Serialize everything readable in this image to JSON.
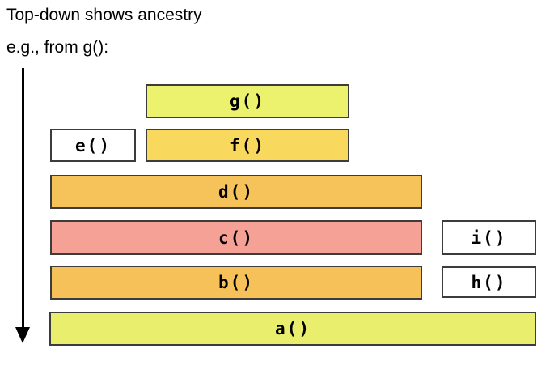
{
  "header": {
    "title": "Top-down shows ancestry",
    "subtitle": "e.g., from g():"
  },
  "arrow": {
    "direction": "down",
    "color": "#000000"
  },
  "boxes": [
    {
      "id": "g",
      "label": "g()",
      "fill": "#edf26e"
    },
    {
      "id": "e",
      "label": "e()",
      "fill": "#ffffff"
    },
    {
      "id": "f",
      "label": "f()",
      "fill": "#f8d95e"
    },
    {
      "id": "d",
      "label": "d()",
      "fill": "#f6c35a"
    },
    {
      "id": "c",
      "label": "c()",
      "fill": "#f5a196"
    },
    {
      "id": "i",
      "label": "i()",
      "fill": "#ffffff"
    },
    {
      "id": "b",
      "label": "b()",
      "fill": "#f6c158"
    },
    {
      "id": "h",
      "label": "h()",
      "fill": "#ffffff"
    },
    {
      "id": "a",
      "label": "a()",
      "fill": "#e9ee6c"
    }
  ],
  "colors": {
    "border": "#3c3c3c",
    "text": "#000000",
    "background": "#ffffff"
  }
}
